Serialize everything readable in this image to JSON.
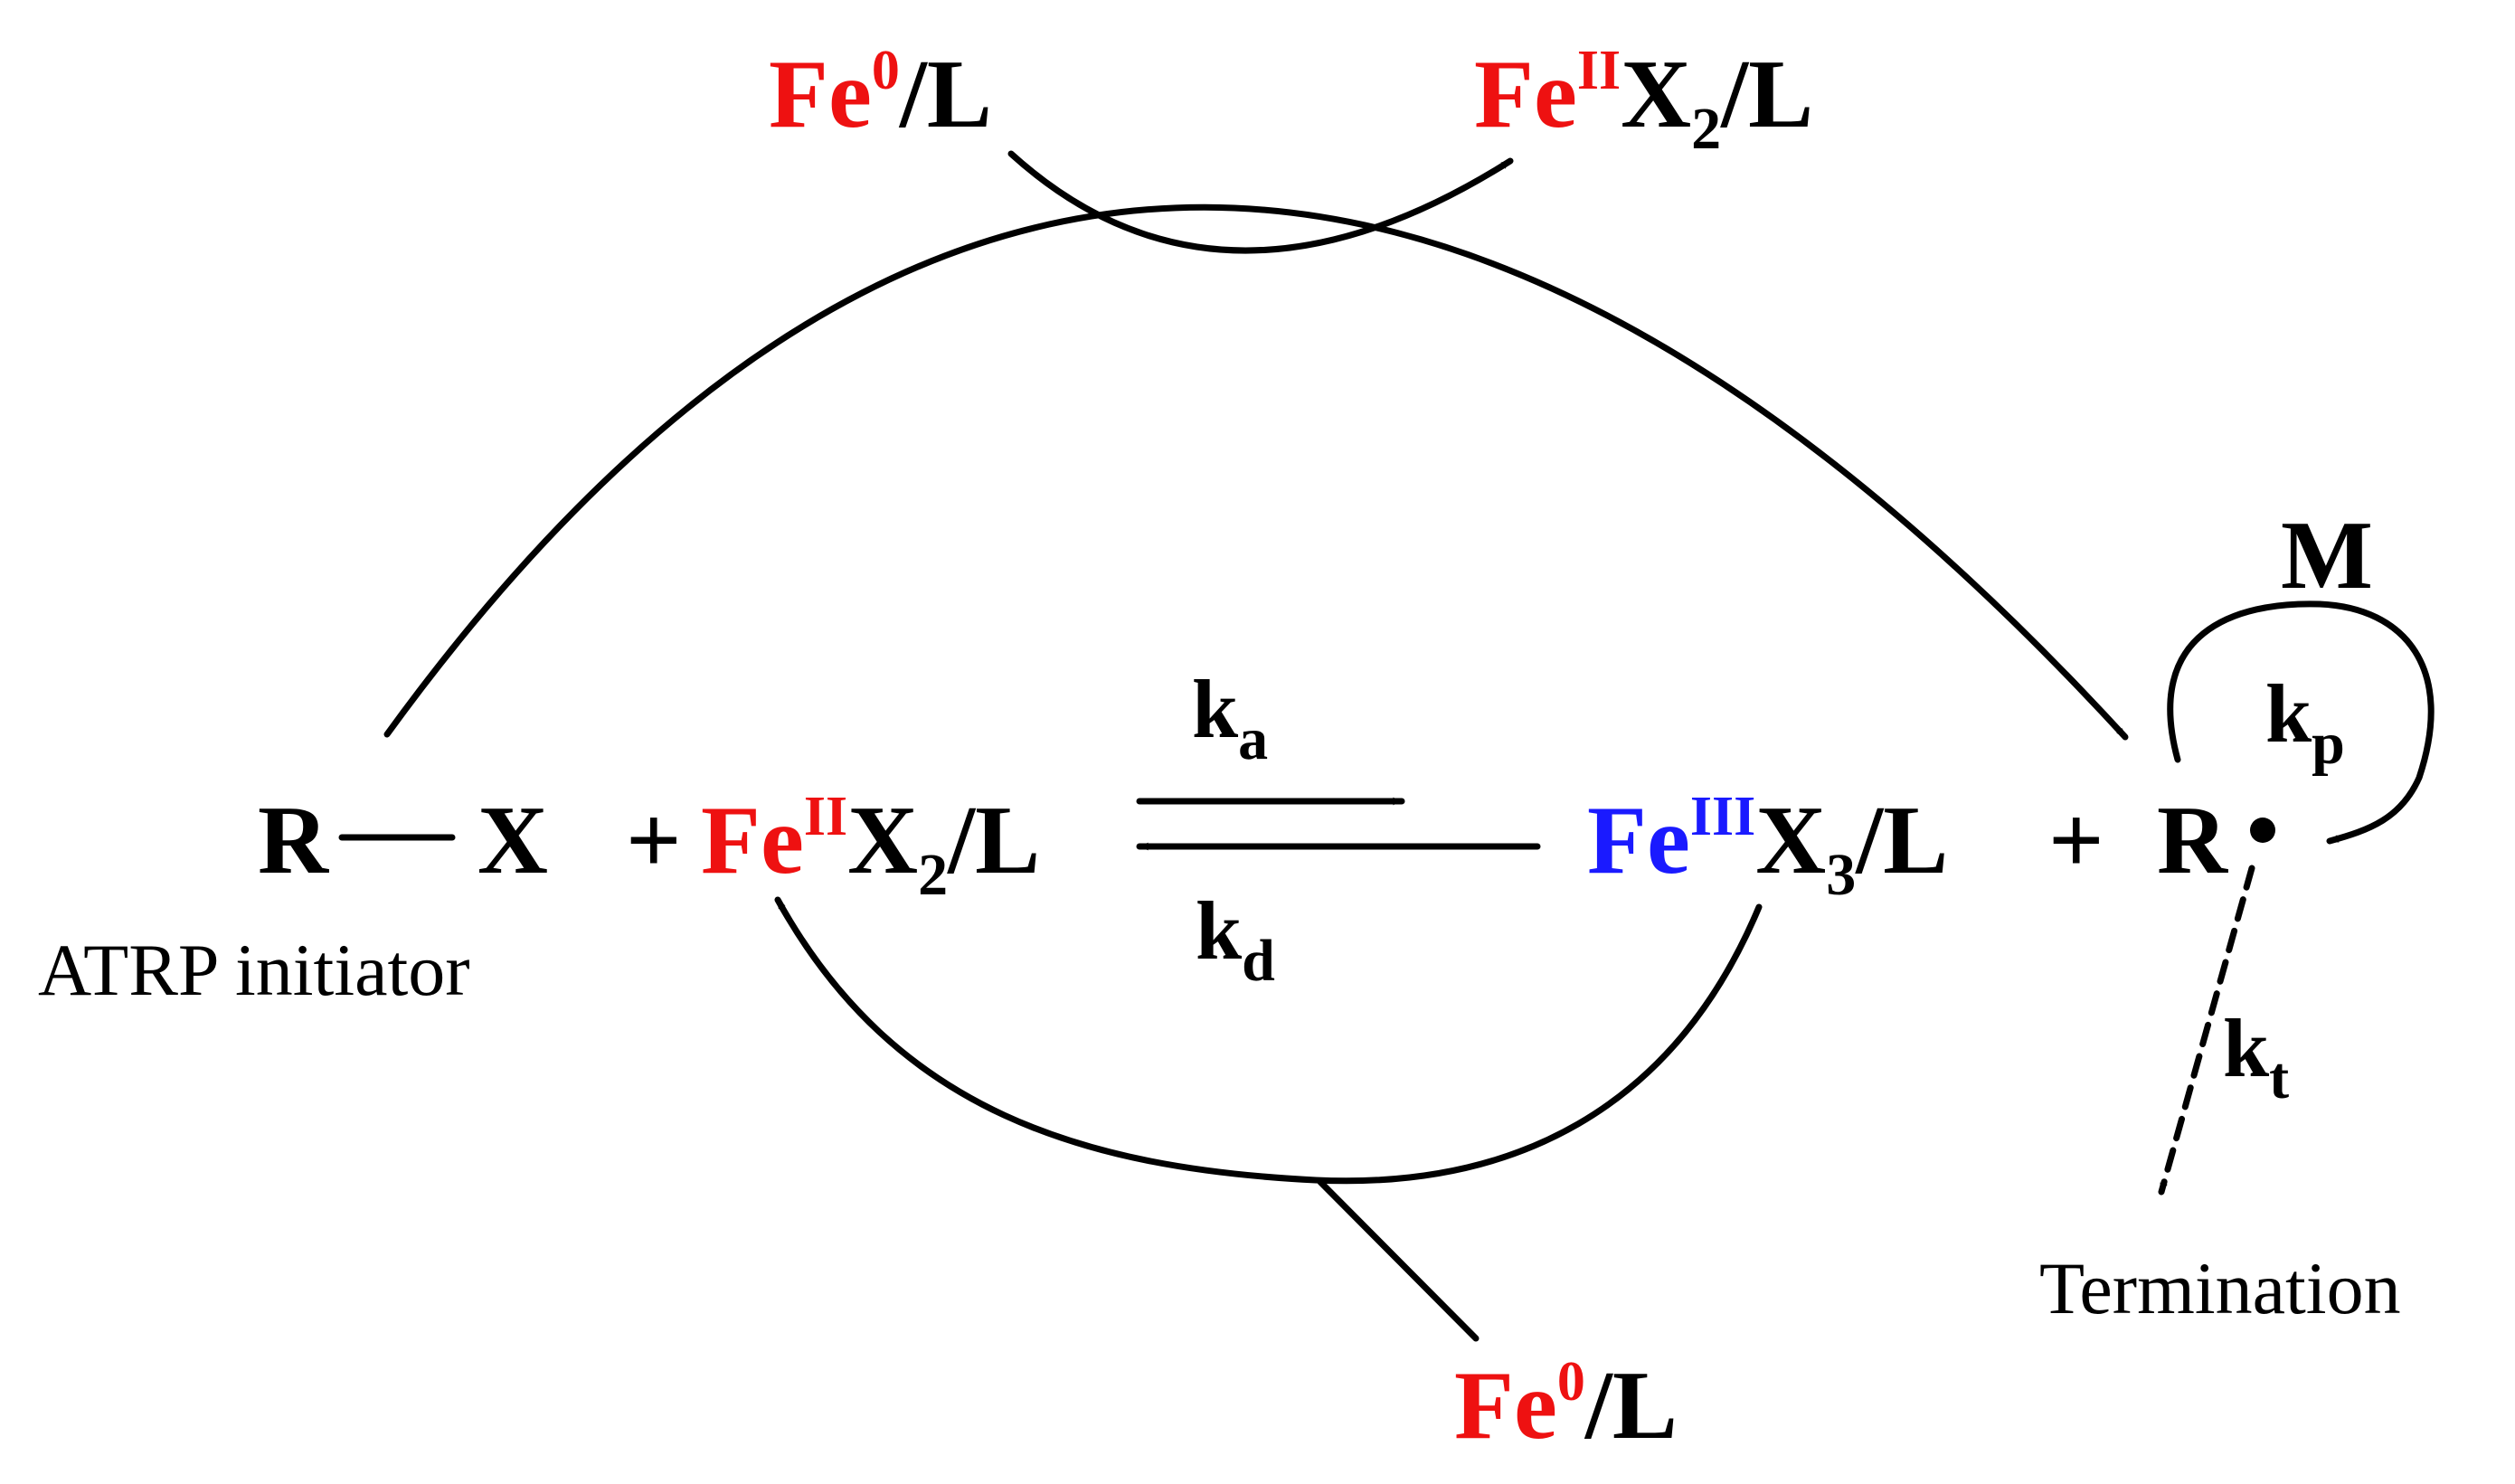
{
  "colors": {
    "red": "#ee1111",
    "blue": "#1a1aff",
    "black": "#000000"
  },
  "top": {
    "fe0": {
      "el": "Fe",
      "sup": "0",
      "rest": "/L"
    },
    "fe2": {
      "el": "Fe",
      "sup": "II",
      "x": "X",
      "sub": "2",
      "rest": "/L"
    }
  },
  "bottom": {
    "fe0": {
      "el": "Fe",
      "sup": "0",
      "rest": "/L"
    }
  },
  "left": {
    "r": "R",
    "x": "X",
    "plus": "+",
    "initiator_label": "ATRP initiator",
    "fe2": {
      "el": "Fe",
      "sup": "II",
      "x": "X",
      "sub": "2",
      "rest": "/L"
    }
  },
  "right": {
    "fe3": {
      "el": "Fe",
      "sup": "III",
      "x": "X",
      "sub": "3",
      "rest": "/L"
    },
    "plus": "+",
    "r": "R"
  },
  "rates": {
    "ka": {
      "k": "k",
      "sub": "a"
    },
    "kd": {
      "k": "k",
      "sub": "d"
    },
    "kp": {
      "k": "k",
      "sub": "p"
    },
    "kt": {
      "k": "k",
      "sub": "t"
    }
  },
  "monomer": "M",
  "termination": "Termination"
}
